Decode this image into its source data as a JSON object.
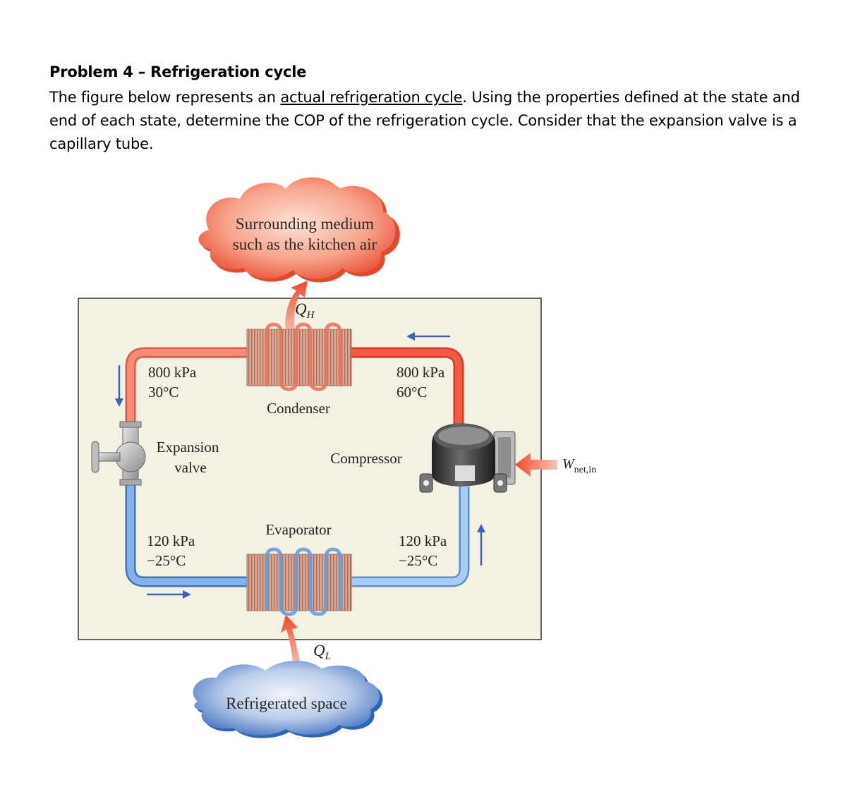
{
  "problem": {
    "title": "Problem 4 – Refrigeration cycle",
    "text_before": "The figure below represents an ",
    "underlined": "actual refrigeration cycle",
    "text_after": ".  Using the properties defined at the state and end of each state, determine the COP of the refrigeration cycle. Consider that the expansion valve is a capillary tube."
  },
  "figure": {
    "top_cloud": {
      "line1": "Surrounding medium",
      "line2": "such as the kitchen air"
    },
    "bottom_cloud": {
      "label": "Refrigerated space"
    },
    "heat_out_label": {
      "main": "Q",
      "sub": "H"
    },
    "heat_in_label": {
      "main": "Q",
      "sub": "L"
    },
    "work_label": {
      "main": "W",
      "sub": "net,in"
    },
    "components": {
      "condenser": "Condenser",
      "evaporator": "Evaporator",
      "compressor": "Compressor",
      "expansion_valve_line1": "Expansion",
      "expansion_valve_line2": "valve"
    },
    "states": {
      "condenser_exit": {
        "pressure": "800 kPa",
        "temperature": "30°C"
      },
      "compressor_exit": {
        "pressure": "800 kPa",
        "temperature": "60°C"
      },
      "evaporator_inlet": {
        "pressure": "120 kPa",
        "temperature": "−25°C"
      },
      "compressor_inlet": {
        "pressure": "120 kPa",
        "temperature": "−25°C"
      }
    },
    "colors": {
      "hot_line": "#f06a55",
      "cold_line": "#7fa9de",
      "panel_bg": "#f3f1e2",
      "flow_arrow": "#3c64b4"
    }
  }
}
